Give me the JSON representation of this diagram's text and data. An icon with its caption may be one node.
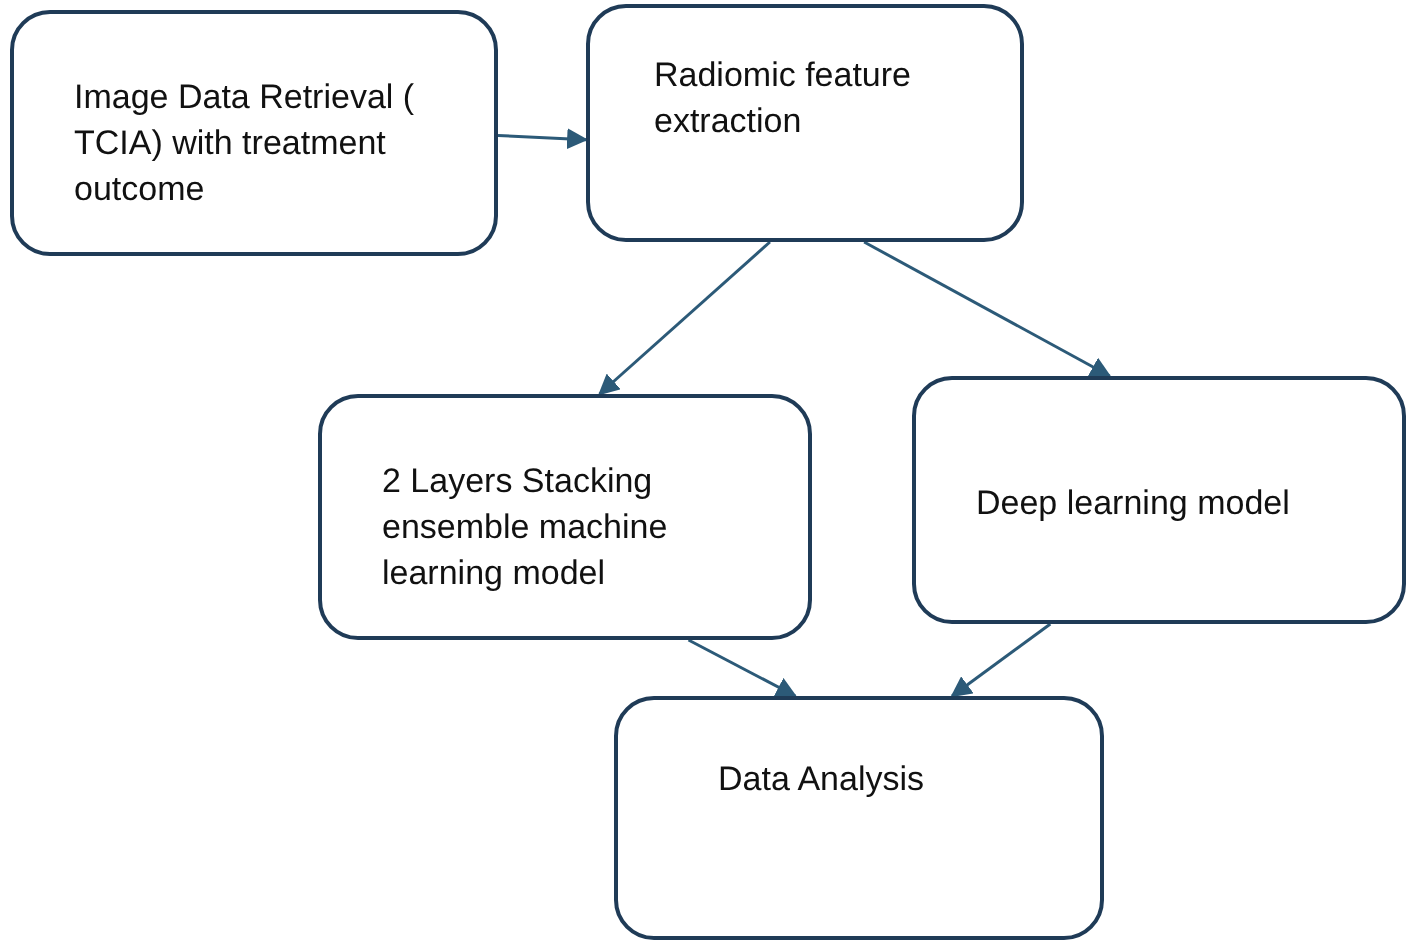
{
  "diagram": {
    "nodes": [
      {
        "text": [
          "Image Data Retrieval ( TCIA) with treatment outcome"
        ]
      },
      {
        "text": [
          "Radiomic feature extraction"
        ]
      },
      {
        "text": [
          "2 Layers Stacking ensemble machine learning model"
        ]
      },
      {
        "text": [
          "Deep learning model"
        ]
      },
      {
        "text": [
          "Data Analysis"
        ]
      }
    ],
    "edges": [
      {
        "from": 0,
        "to": 1,
        "arrow": "to"
      },
      {
        "from": 1,
        "to": 2,
        "arrow": "to"
      },
      {
        "from": 1,
        "to": 3,
        "arrow": "to"
      },
      {
        "from": 2,
        "to": 4,
        "arrow": "to"
      },
      {
        "from": 3,
        "to": 4,
        "arrow": "to"
      }
    ]
  }
}
